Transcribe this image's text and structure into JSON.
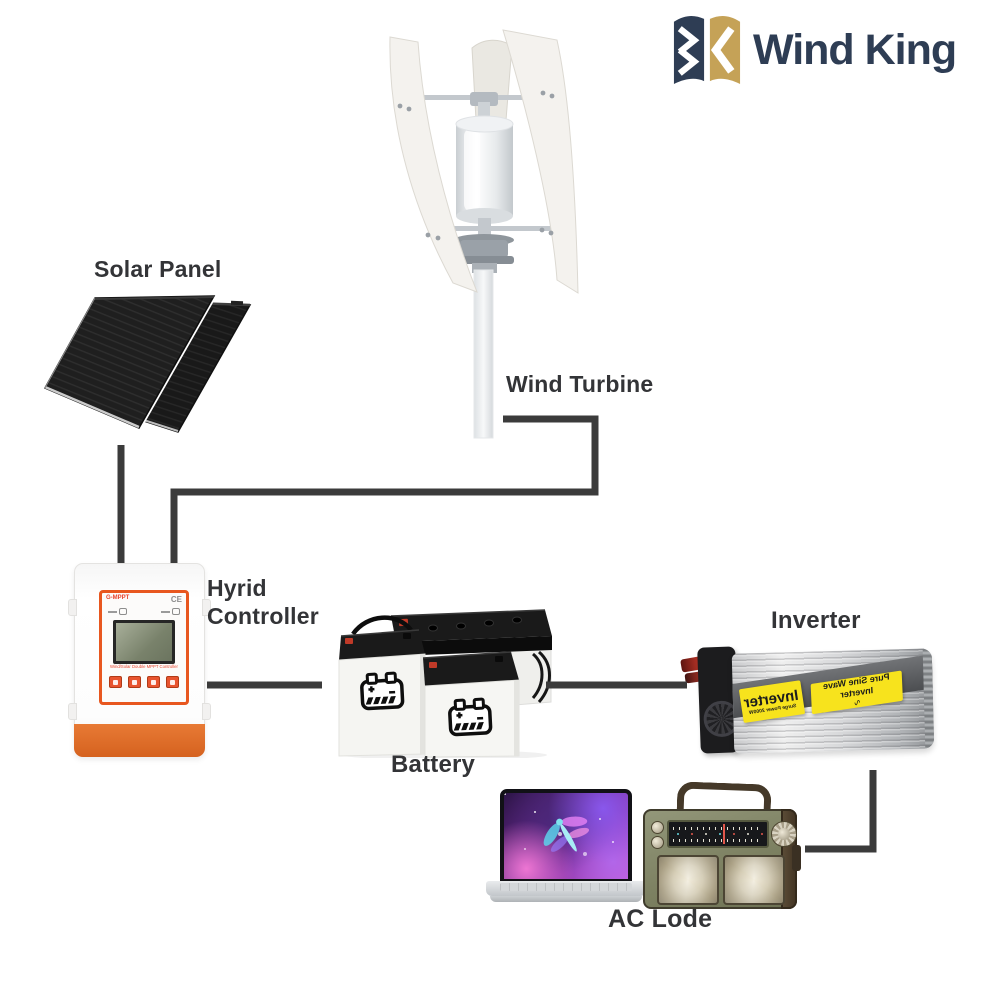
{
  "logo": {
    "text": "Wind King",
    "icon": "wind-king-flags-icon",
    "navy": "#2e3d54",
    "gold": "#c5a257"
  },
  "labels": {
    "solar_panel": "Solar Panel",
    "wind_turbine": "Wind Turbine",
    "controller_line1": "Hyrid",
    "controller_line2": "Controller",
    "battery": "Battery",
    "inverter": "Inverter",
    "ac_load": "AC Lode"
  },
  "controller": {
    "brand": "G-MPPT",
    "ce_mark": "CE",
    "caption": "Wind/Solar Double MPPT Controller",
    "accent": "#e8571f",
    "base_orange": "#dd6b2e"
  },
  "inverter_device": {
    "sticker_title": "Inverter",
    "sticker_subtitle": "Surge Power 2000W",
    "sticker_right_title": "Pure Sine Wave Inverter",
    "sticker_right_sub": "∿",
    "sticker_color": "#f7e31d",
    "text_mirrored": true
  },
  "colors": {
    "connector_line": "#3b3b3b",
    "label_text": "#333437",
    "panel_black": "#1c1c1c",
    "radio_olive": "#7d8162",
    "background": "#ffffff"
  },
  "icons": {
    "logo": "wind-king-flags-icon",
    "battery_front": "battery-icon",
    "inverter_fan": "fan-icon"
  }
}
